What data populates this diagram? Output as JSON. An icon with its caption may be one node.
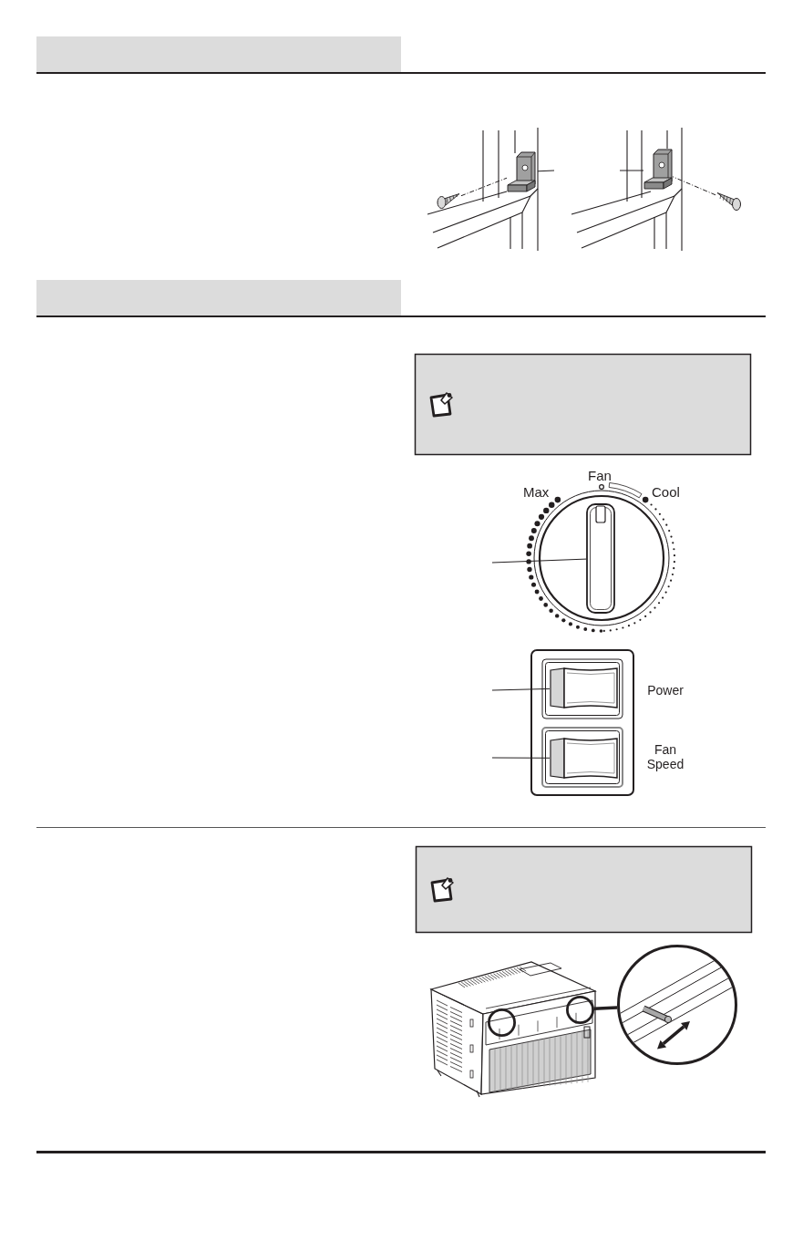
{
  "diagram": {
    "nodes": [
      {
        "text": [],
        "shape": "picture"
      },
      {
        "text": [],
        "shape": "picture"
      },
      {
        "text": [],
        "shape": "picture"
      },
      {
        "text": [],
        "shape": "picture"
      },
      {
        "text": [],
        "shape": "picture"
      },
      {
        "text": [],
        "shape": "picture",
        "beside": [
          "Power"
        ]
      },
      {
        "text": [],
        "shape": "picture",
        "beside": [
          "Fan Speed"
        ]
      },
      {
        "text": [],
        "shape": "circle"
      },
      {
        "text": [],
        "shape": "circle"
      },
      {
        "text": [],
        "shape": "circle"
      }
    ],
    "edges": [
      {
        "from": null,
        "to": 0,
        "arrow": "none"
      },
      {
        "from": null,
        "to": 1,
        "arrow": "none"
      },
      {
        "from": 2,
        "to": 0,
        "arrow": "none",
        "style": "dashed"
      },
      {
        "from": 3,
        "to": 1,
        "arrow": "none",
        "style": "dashed"
      },
      {
        "from": null,
        "to": 4,
        "arrow": "none"
      },
      {
        "from": null,
        "to": 5,
        "arrow": "none"
      },
      {
        "from": null,
        "to": 6,
        "arrow": "none"
      },
      {
        "from": 8,
        "to": 9,
        "arrow": "none",
        "style": "thick"
      }
    ],
    "labels": [
      "Max",
      "Fan",
      "Cool"
    ]
  }
}
